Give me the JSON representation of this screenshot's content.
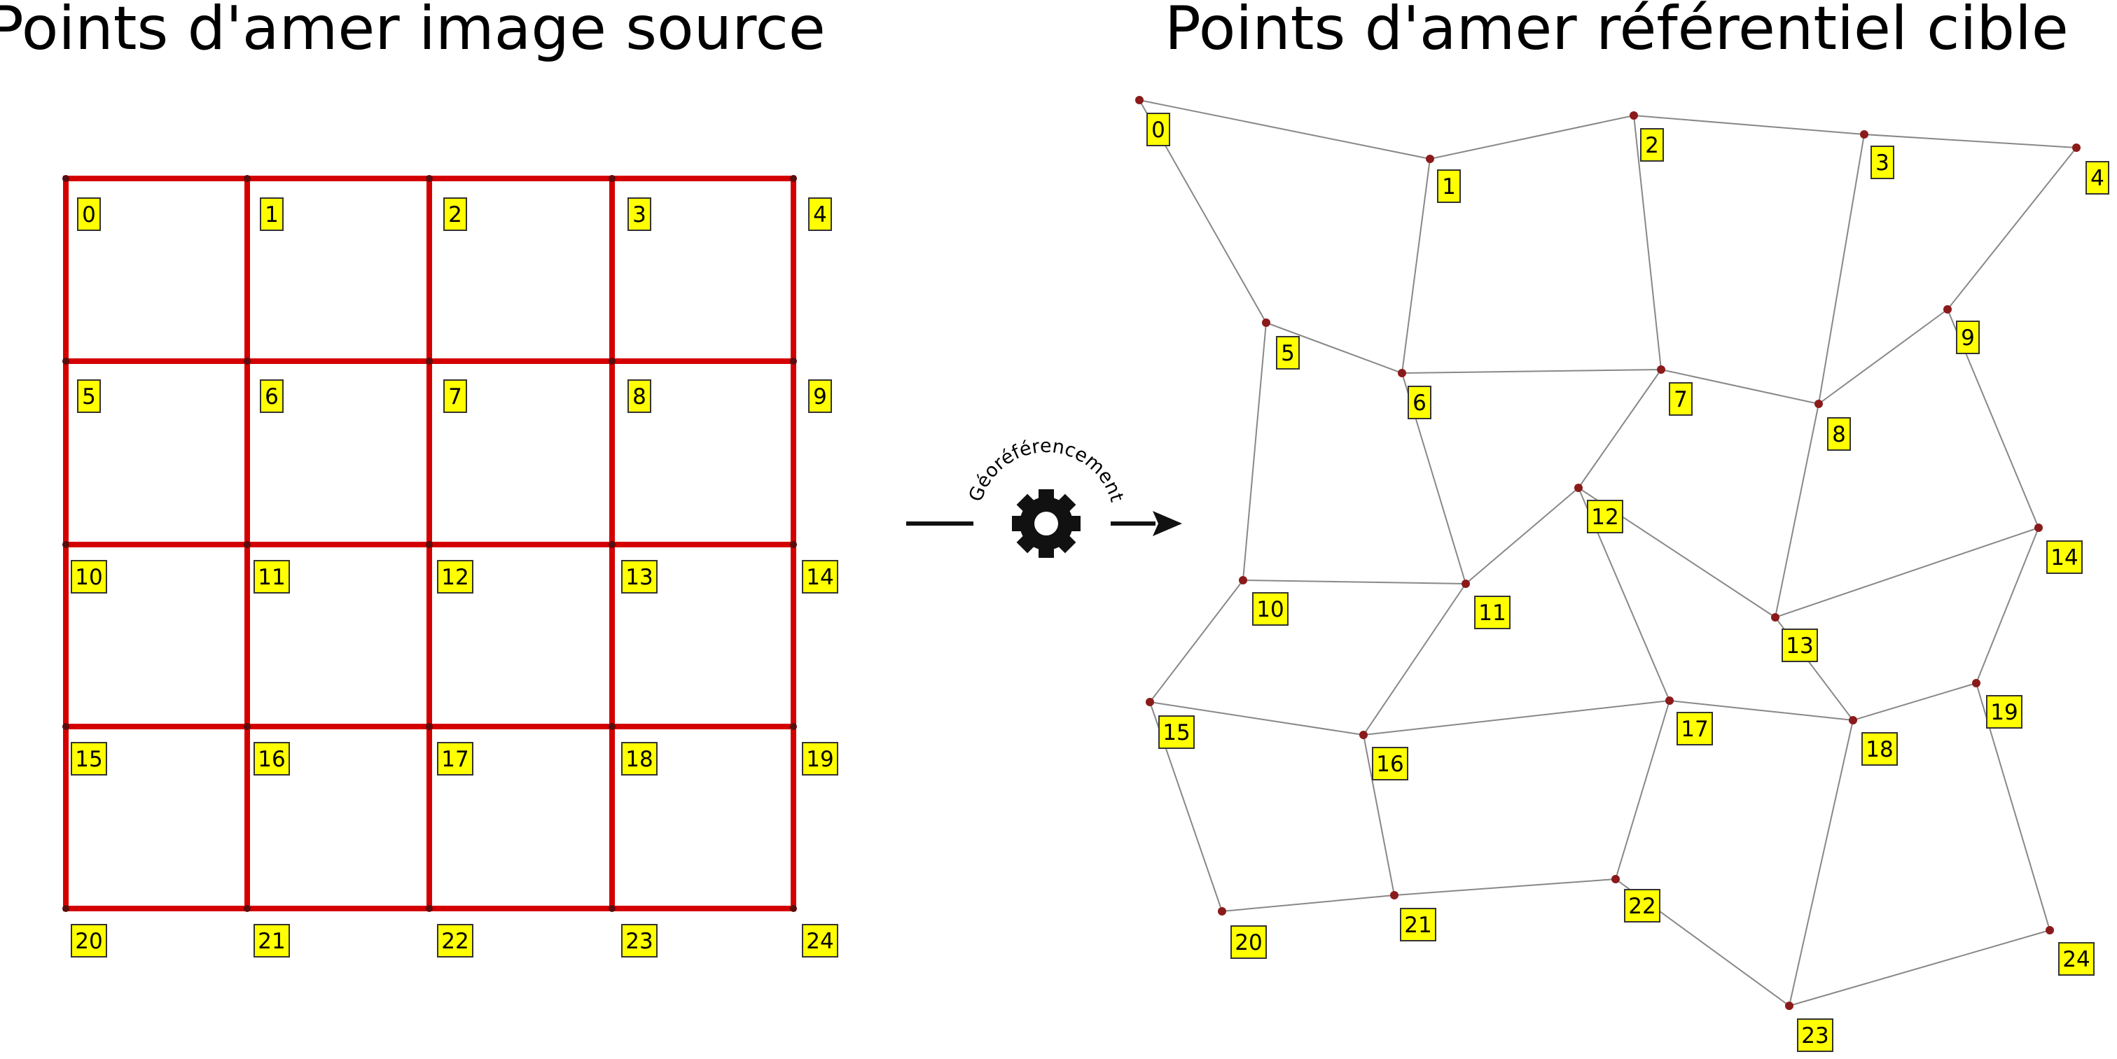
{
  "source_panel": {
    "title": "Points d'amer image source",
    "points": [
      {
        "id": "0",
        "label": "0"
      },
      {
        "id": "1",
        "label": "1"
      },
      {
        "id": "2",
        "label": "2"
      },
      {
        "id": "3",
        "label": "3"
      },
      {
        "id": "4",
        "label": "4"
      },
      {
        "id": "5",
        "label": "5"
      },
      {
        "id": "6",
        "label": "6"
      },
      {
        "id": "7",
        "label": "7"
      },
      {
        "id": "8",
        "label": "8"
      },
      {
        "id": "9",
        "label": "9"
      },
      {
        "id": "10",
        "label": "10"
      },
      {
        "id": "11",
        "label": "11"
      },
      {
        "id": "12",
        "label": "12"
      },
      {
        "id": "13",
        "label": "13"
      },
      {
        "id": "14",
        "label": "14"
      },
      {
        "id": "15",
        "label": "15"
      },
      {
        "id": "16",
        "label": "16"
      },
      {
        "id": "17",
        "label": "17"
      },
      {
        "id": "18",
        "label": "18"
      },
      {
        "id": "19",
        "label": "19"
      },
      {
        "id": "20",
        "label": "20"
      },
      {
        "id": "21",
        "label": "21"
      },
      {
        "id": "22",
        "label": "22"
      },
      {
        "id": "23",
        "label": "23"
      },
      {
        "id": "24",
        "label": "24"
      }
    ],
    "grid_color": "#d40000"
  },
  "target_panel": {
    "title": "Points d'amer référentiel cible",
    "points": [
      {
        "id": "0",
        "label": "0"
      },
      {
        "id": "1",
        "label": "1"
      },
      {
        "id": "2",
        "label": "2"
      },
      {
        "id": "3",
        "label": "3"
      },
      {
        "id": "4",
        "label": "4"
      },
      {
        "id": "5",
        "label": "5"
      },
      {
        "id": "6",
        "label": "6"
      },
      {
        "id": "7",
        "label": "7"
      },
      {
        "id": "8",
        "label": "8"
      },
      {
        "id": "9",
        "label": "9"
      },
      {
        "id": "10",
        "label": "10"
      },
      {
        "id": "11",
        "label": "11"
      },
      {
        "id": "12",
        "label": "12"
      },
      {
        "id": "13",
        "label": "13"
      },
      {
        "id": "14",
        "label": "14"
      },
      {
        "id": "15",
        "label": "15"
      },
      {
        "id": "16",
        "label": "16"
      },
      {
        "id": "17",
        "label": "17"
      },
      {
        "id": "18",
        "label": "18"
      },
      {
        "id": "19",
        "label": "19"
      },
      {
        "id": "20",
        "label": "20"
      },
      {
        "id": "21",
        "label": "21"
      },
      {
        "id": "22",
        "label": "22"
      },
      {
        "id": "23",
        "label": "23"
      },
      {
        "id": "24",
        "label": "24"
      }
    ],
    "line_color": "#888888",
    "point_color": "#8b1a1a"
  },
  "arrow": {
    "label": "Géoréférencement",
    "icon": "gear-icon"
  },
  "label_style": {
    "fill": "#ffff00",
    "stroke": "#333333"
  }
}
